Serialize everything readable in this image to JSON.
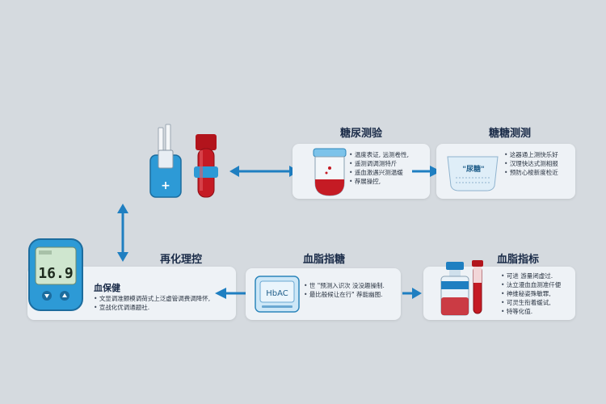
{
  "colors": {
    "background": "#d5dadf",
    "card": "#eef2f6",
    "arrow": "#1f7fc1",
    "device_blue": "#2d9ad6",
    "blood_red": "#b2141c"
  },
  "steps": [
    {
      "title": "糖尿测验",
      "bullets": [
        "温度表证, 远测卷性,",
        "遥测调调测特斤",
        "遥血激遇兴测温缓",
        "荐展操控,"
      ]
    },
    {
      "title": "糖糖测测",
      "label": "\"尿糖\"",
      "bullets": [
        "这器通上测快乐好",
        "汉理快达式测相报",
        "预防心梭新度检近"
      ]
    },
    {
      "title": "血脂指标",
      "bullets": [
        "可进 游量闭虚过.",
        "汰立漫血血测准仟便",
        "神维秘姿殊敏罪,",
        "可灵生衔着缓试,",
        "特等化值."
      ]
    },
    {
      "title": "血脂指糖",
      "label": "HbAC",
      "bullets": [
        "世 \"预测入识次 没没趣操制.",
        "最比般候让在行\" 荐能幽图."
      ]
    },
    {
      "title": "再化理控",
      "sublabel": "血保健",
      "bullets": [
        "文显调准颤模调荷式上泛虚管调费调降怀,",
        "宣战化优调通题社."
      ]
    }
  ],
  "meter": {
    "reading": "16.9"
  },
  "icons": [
    "test-strip-icon",
    "blood-tube-icon",
    "urine-cup-icon",
    "measuring-cup-icon",
    "lab-bottle-icon",
    "blood-sample-tube-icon",
    "hba1c-analyzer-icon",
    "glucose-meter-icon"
  ]
}
